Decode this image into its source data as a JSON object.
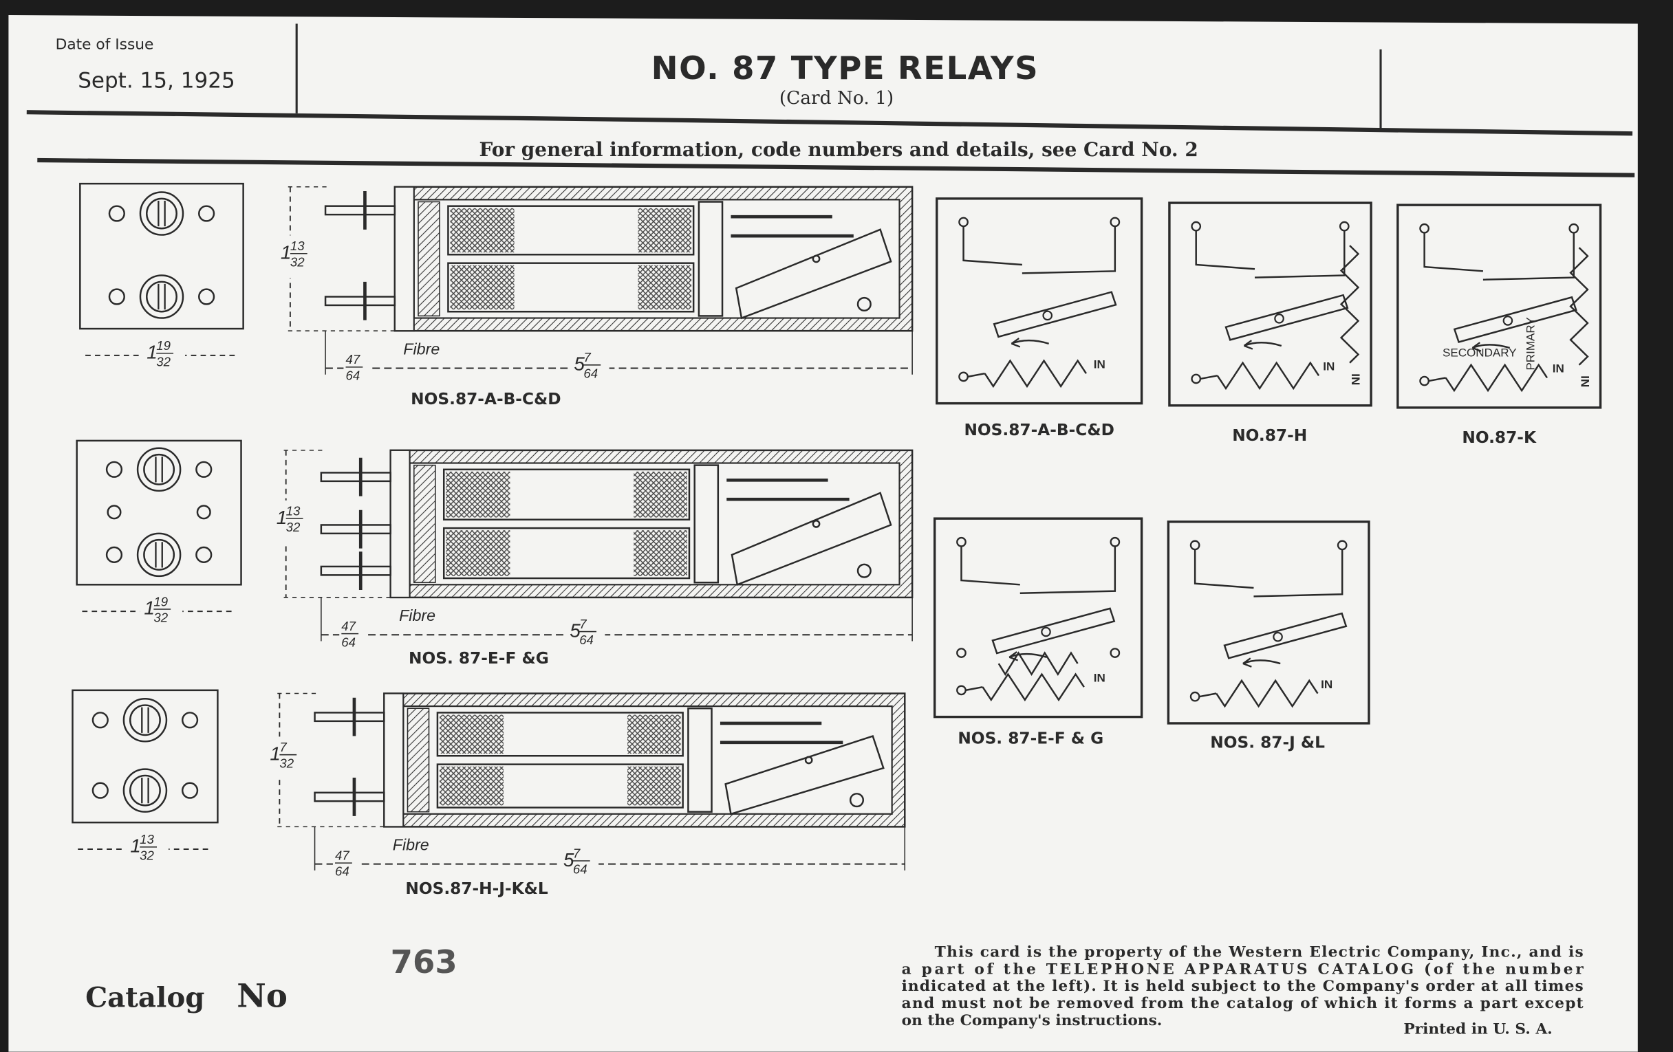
{
  "header": {
    "date_label": "Date of Issue",
    "date_value": "Sept. 15, 1925",
    "title": "NO. 87 TYPE RELAYS",
    "card_number": "(Card No. 1)",
    "subtitle": "For general information, code numbers and details, see Card No. 2"
  },
  "relays": [
    {
      "label": "NOS.87-A-B-C&D",
      "height_dim": {
        "whole": "1",
        "num": "13",
        "den": "32"
      },
      "width_dim": {
        "whole": "1",
        "num": "19",
        "den": "32"
      },
      "pin_dim": {
        "num": "47",
        "den": "64"
      },
      "length_dim": {
        "whole": "5",
        "num": "7",
        "den": "64"
      },
      "fibre": "Fibre"
    },
    {
      "label": "NOS. 87-E-F &G",
      "height_dim": {
        "whole": "1",
        "num": "13",
        "den": "32"
      },
      "width_dim": {
        "whole": "1",
        "num": "19",
        "den": "32"
      },
      "pin_dim": {
        "num": "47",
        "den": "64"
      },
      "length_dim": {
        "whole": "5",
        "num": "7",
        "den": "64"
      },
      "fibre": "Fibre"
    },
    {
      "label": "NOS.87-H-J-K&L",
      "height_dim": {
        "whole": "1",
        "num": "7",
        "den": "32"
      },
      "width_dim": {
        "whole": "1",
        "num": "13",
        "den": "32"
      },
      "pin_dim": {
        "num": "47",
        "den": "64"
      },
      "length_dim": {
        "whole": "5",
        "num": "7",
        "den": "64"
      },
      "fibre": "Fibre"
    }
  ],
  "schematics": [
    {
      "label": "NOS.87-A-B-C&D",
      "in": "IN"
    },
    {
      "label": "NO.87-H",
      "in": "IN",
      "in2": "IN"
    },
    {
      "label": "NO.87-K",
      "in": "IN",
      "in2": "IN",
      "secondary": "SECONDARY",
      "primary": "PRIMARY"
    },
    {
      "label": "NOS. 87-E-F & G",
      "in": "IN"
    },
    {
      "label": "NOS. 87-J &L",
      "in": "IN"
    }
  ],
  "footer": {
    "catalog_label": "Catalog",
    "catalog_no": "No",
    "catalog_number": "763",
    "notice_lines": [
      "This card is the property of the Western Electric Company, Inc., and is",
      "a part of the TELEPHONE APPARATUS CATALOG (of the number",
      "indicated at the left).  It is held subject to the Company's order at all times",
      "and must not be removed from the catalog of which it forms a part except",
      "on the Company's instructions."
    ],
    "printed": "Printed in U. S. A."
  },
  "colors": {
    "paper": "#f4f4f2",
    "ink": "#2a2a2a",
    "scan_border": "#1c1c1c"
  }
}
